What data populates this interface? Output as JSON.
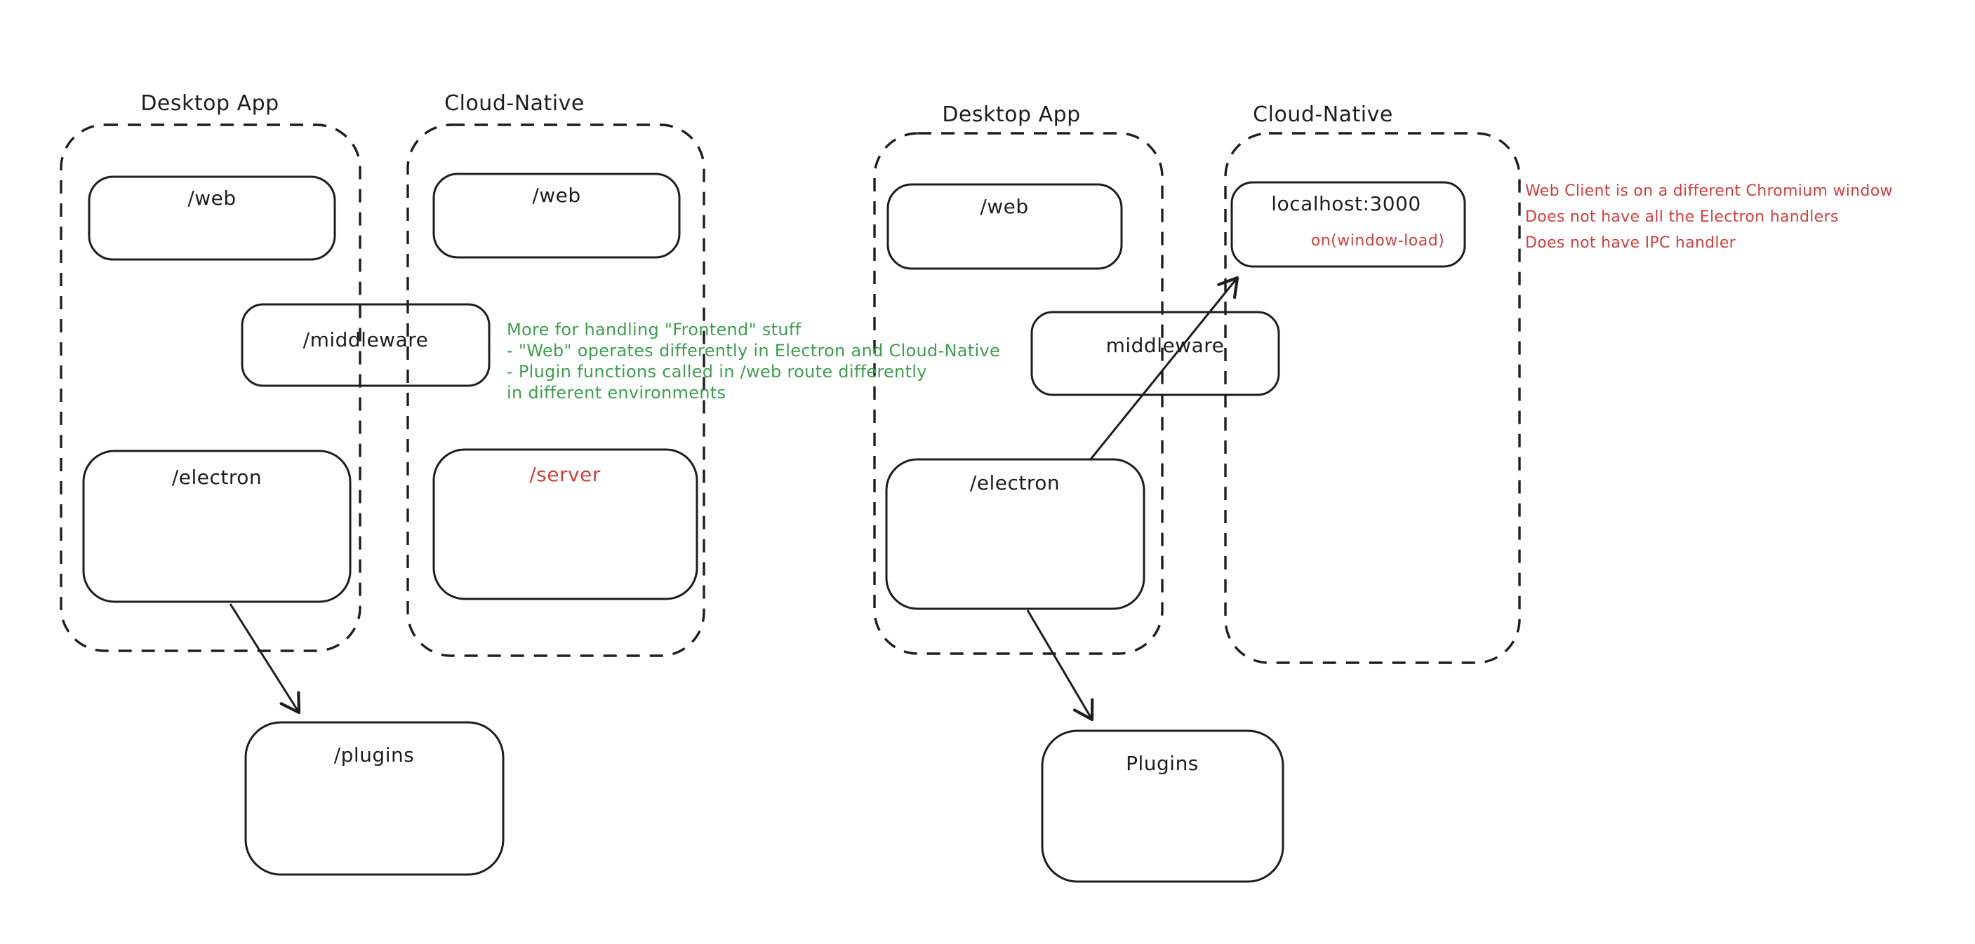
{
  "colors": {
    "stroke": "#1e1e1e",
    "annotation_green": "#3f9e4f",
    "annotation_red": "#d14040",
    "background": "#ffffff"
  },
  "diagram_left": {
    "desktop_app": {
      "title": "Desktop App",
      "web": "/web",
      "electron": "/electron"
    },
    "cloud_native": {
      "title": "Cloud-Native",
      "web": "/web",
      "server": "/server"
    },
    "middleware": "/middleware",
    "plugins": "/plugins",
    "annotation": {
      "line1": "More for handling \"Frontend\" stuff",
      "line2": "- \"Web\" operates differently in Electron and Cloud-Native",
      "line3": "- Plugin functions called in /web route differently",
      "line4": "in different environments"
    }
  },
  "diagram_right": {
    "desktop_app": {
      "title": "Desktop App",
      "web": "/web",
      "electron": "/electron"
    },
    "cloud_native": {
      "title": "Cloud-Native",
      "localhost": "localhost:3000",
      "on_window_load": "on(window-load)"
    },
    "middleware": "middleware",
    "plugins": "Plugins",
    "annotation": {
      "line1": "Web Client is on a different Chromium window",
      "line2": "Does not have all the Electron handlers",
      "line3": "Does not have IPC handler"
    }
  }
}
